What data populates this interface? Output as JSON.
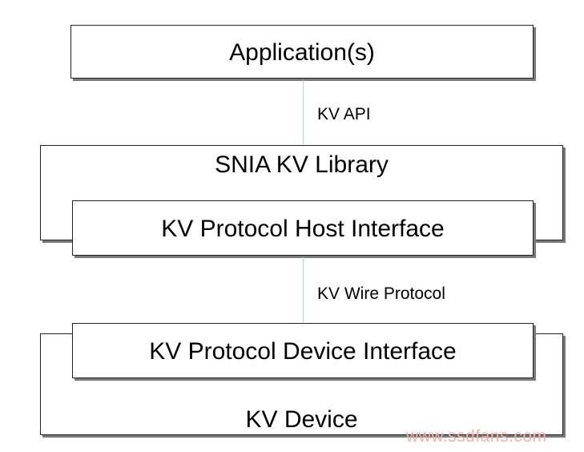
{
  "application_box": {
    "label": "Application(s)"
  },
  "kv_api": {
    "label": "KV API"
  },
  "library_box": {
    "label": "SNIA KV Library",
    "inner_label": "KV Protocol Host Interface"
  },
  "wire_protocol": {
    "label": "KV Wire Protocol"
  },
  "device_box": {
    "label": "KV Device",
    "inner_label": "KV Protocol Device Interface"
  },
  "watermark": "www.ssdfans.com",
  "colors": {
    "connector": "#a8dde0",
    "watermark": "#f4b0a8",
    "border": "#222222",
    "shadow": "#7a7a7a"
  }
}
